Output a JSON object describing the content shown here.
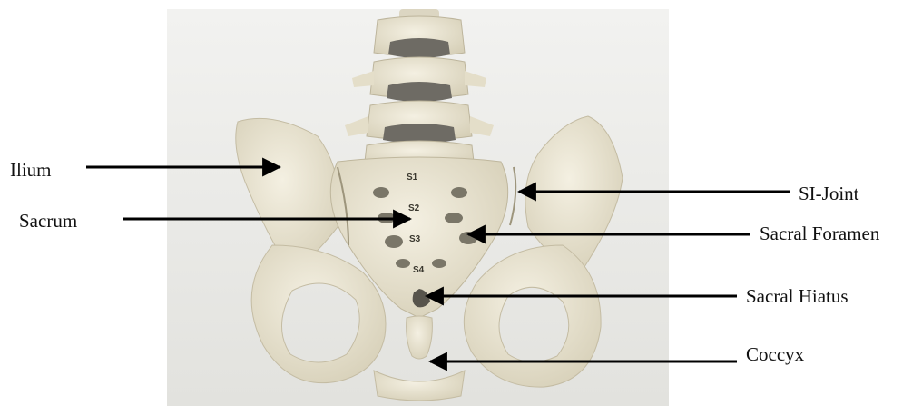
{
  "labels": {
    "ilium": "Ilium",
    "sacrum": "Sacrum",
    "si_joint": "SI-Joint",
    "sacral_foramen": "Sacral Foramen",
    "sacral_hiatus": "Sacral Hiatus",
    "coccyx": "Coccyx"
  },
  "segments": {
    "s1": "S1",
    "s2": "S2",
    "s3": "S3",
    "s4": "S4"
  },
  "colors": {
    "background": "#ffffff",
    "photo_bg": "#e9e9e6",
    "bone": "#ebe6d4",
    "bone_shade": "#c9c2a8",
    "disc": "#6e6b64",
    "arrow": "#000000"
  }
}
